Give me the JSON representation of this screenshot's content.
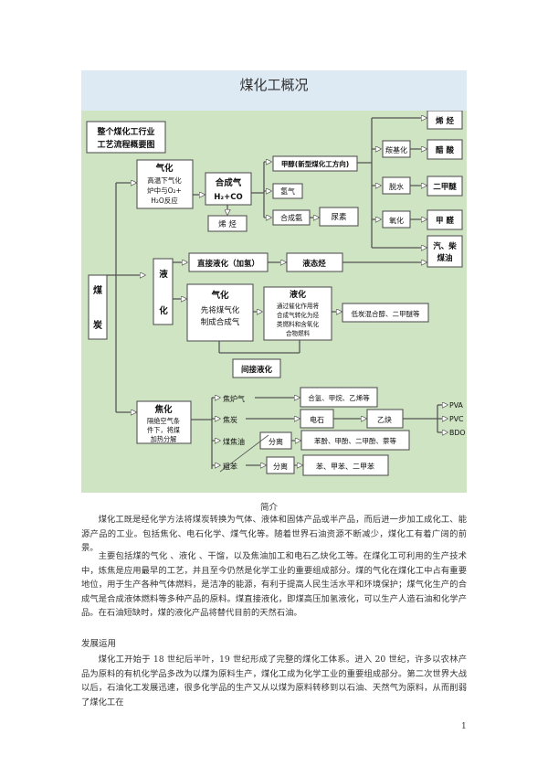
{
  "title": "煤化工概况",
  "diagram": {
    "heading_line1": "整个煤化工行业",
    "heading_line2": "工艺流程概要图",
    "coal_char1": "煤",
    "coal_char2": "炭",
    "gasify": {
      "title": "气化",
      "line1": "高温下气化",
      "line2": "炉中与O₂+",
      "line3": "H₂O反应"
    },
    "syngas": {
      "title": "合成气",
      "formula": "H₂+CO"
    },
    "hydrocarbon_left": "烯 烃",
    "methanol": "甲醇(新型煤化工方向)",
    "hydrogen": "氢气",
    "synth_ammonia": "合成氨",
    "urea": "尿素",
    "olefin": "烯 烃",
    "carbonylation": "羰基化",
    "acetic_acid": "醋 酸",
    "dehydration": "脱水",
    "dme": "二甲醚",
    "oxidation": "氧化",
    "formaldehyde": "甲 醛",
    "fuel_line1": "汽、柴",
    "fuel_line2": "煤油",
    "liquefy_char1": "液",
    "liquefy_char2": "化",
    "direct_liq": "直接液化（加氢）",
    "liquid_hc": "液态烃",
    "indirect_gas_title": "气化",
    "indirect_gas_line1": "先将煤气化",
    "indirect_gas_line2": "制成合成气",
    "indirect_liq_title": "液化",
    "indirect_liq_line1": "通过催化作用将",
    "indirect_liq_line2": "合成气转化为烃",
    "indirect_liq_line3": "类燃料和含氧化",
    "indirect_liq_line4": "合物燃料",
    "low_carbon": "低炭混合醇、二甲醚等",
    "indirect_label": "间接液化",
    "coking": {
      "title": "焦化",
      "line1": "隔绝空气条",
      "line2": "件下，将煤",
      "line3": "加热分解"
    },
    "coke_gas": "焦炉气",
    "coke_gas_out": "合氢、甲烷、乙烯等",
    "coke": "焦炭",
    "calcium_carbide": "电石",
    "acetylene": "乙炔",
    "coal_tar": "煤焦油",
    "sep1": "分离",
    "tar_products": "苯酚、甲酚、二甲酚、萘等",
    "crude_benzene": "粗苯",
    "sep2": "分离",
    "benzene_products": "苯、甲苯、二甲苯",
    "pva": "PVA",
    "pvc": "PVC",
    "bdo": "BDO"
  },
  "sections": {
    "intro_heading": "简介",
    "intro_p1": "煤化工既是经化学方法将煤炭转换为气体、液体和固体产品或半产品，而后进一步加工成化工、能源产品的工业。包括焦化、电石化学、煤气化等。随着世界石油资源不断减少，煤化工有着广阔的前景。",
    "intro_p2": "主要包括煤的气化 、液化 、干馏，以及焦油加工和电石乙炔化工等。在煤化工可利用的生产技术中，炼焦是应用最早的工艺，并且至今仍然是化学工业的重要组成部分。煤的气化在煤化工中占有重要地位，用于生产各种气体燃料，是洁净的能源，有利于提高人民生活水平和环境保护；煤气化生产的合成气是合成液体燃料等多种产品的原料。煤直接液化，即煤高压加氢液化，可以生产人造石油和化学产品。在石油短缺时，煤的液化产品将替代目前的天然石油。",
    "dev_heading": "发展运用",
    "dev_p1": "煤化工开始于 18 世纪后半叶，19 世纪形成了完整的煤化工体系。进入 20 世纪，许多以农林产品为原料的有机化学品多改为以煤为原料生产，煤化工成为化学工业的重要组成部分。第二次世界大战以后，石油化工发展迅速，很多化学品的生产又从以煤为原料转移到以石油、天然气为原料，从而削弱了煤化工在"
  },
  "page_number": "1"
}
